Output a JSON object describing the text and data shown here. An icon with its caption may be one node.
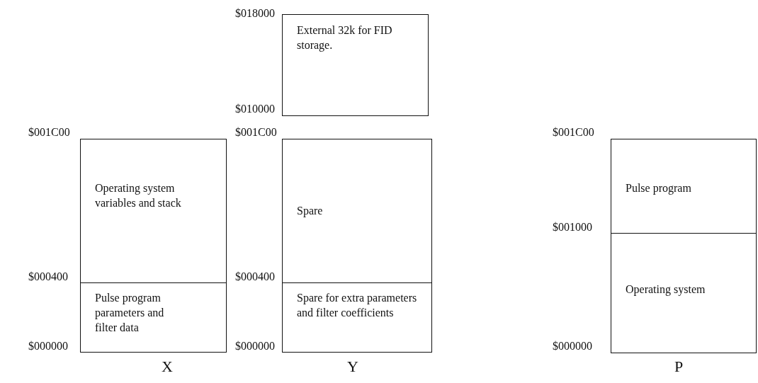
{
  "diagram": {
    "nodes": [
      {
        "text": [
          "Operating system variables and stack"
        ]
      },
      {
        "text": [
          "Pulse program parameters and filter data"
        ]
      },
      {
        "text": [
          "External 32k for FID storage."
        ]
      },
      {
        "text": [
          "Spare"
        ]
      },
      {
        "text": [
          "Spare for extra parameters and filter coefficients"
        ]
      },
      {
        "text": [
          "Pulse program"
        ]
      },
      {
        "text": [
          "Operating system"
        ]
      }
    ],
    "edges": [],
    "labels": [
      "$018000",
      "$010000",
      "$001C00",
      "$001C00",
      "$001C00",
      "$001000",
      "$000400",
      "$000400",
      "$000000",
      "$000000",
      "$000000",
      "X",
      "Y",
      "P"
    ]
  }
}
